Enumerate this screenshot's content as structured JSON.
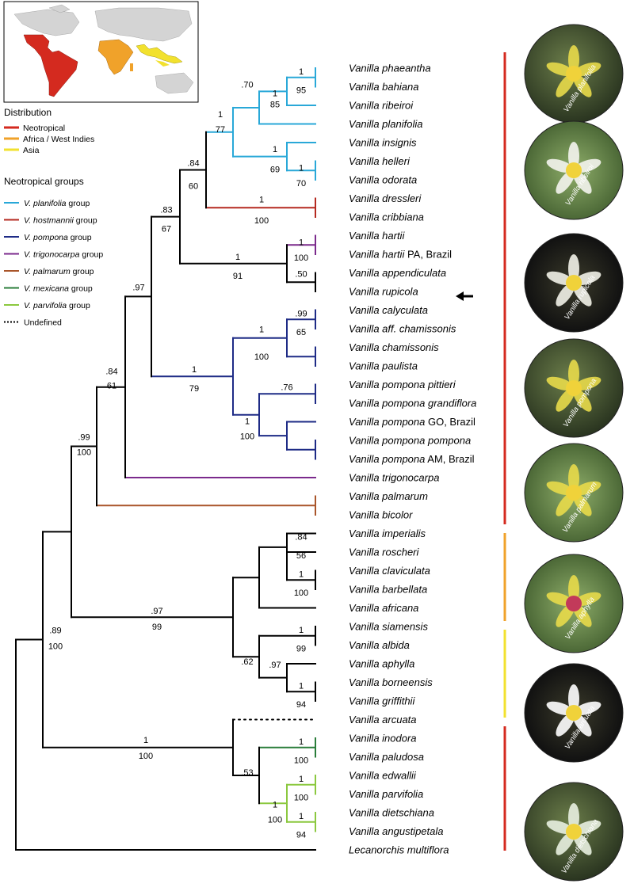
{
  "legend": {
    "distribution_title": "Distribution",
    "distribution": [
      {
        "label": "Neotropical",
        "color": "#d42a1f"
      },
      {
        "label": "Africa / West Indies",
        "color": "#f0a22a"
      },
      {
        "label": "Asia",
        "color": "#f2e12e"
      }
    ],
    "groups_title": "Neotropical groups",
    "groups": [
      {
        "italic": "V. planifolia",
        "suffix": " group",
        "color": "#29a8d8",
        "dotted": false
      },
      {
        "italic": "V. hostmannii",
        "suffix": " group",
        "color": "#b52a20",
        "dotted": false
      },
      {
        "italic": "V. pompona",
        "suffix": " group",
        "color": "#1e2b86",
        "dotted": false
      },
      {
        "italic": "V. trigonocarpa",
        "suffix": " group",
        "color": "#7b2a8c",
        "dotted": false
      },
      {
        "italic": "V. palmarum",
        "suffix": " group",
        "color": "#a9552a",
        "dotted": false
      },
      {
        "italic": "V. mexicana",
        "suffix": " group",
        "color": "#2a7d3a",
        "dotted": false
      },
      {
        "italic": "V. parvifolia",
        "suffix": " group",
        "color": "#8bc83f",
        "dotted": false
      },
      {
        "italic": "",
        "suffix": "Undefined",
        "color": "#000000",
        "dotted": true
      }
    ]
  },
  "taxa": [
    {
      "name": "Vanilla phaeantha",
      "suffix": ""
    },
    {
      "name": "Vanilla bahiana",
      "suffix": ""
    },
    {
      "name": "Vanilla ribeiroi",
      "suffix": ""
    },
    {
      "name": "Vanilla planifolia",
      "suffix": ""
    },
    {
      "name": "Vanilla insignis",
      "suffix": ""
    },
    {
      "name": "Vanilla helleri",
      "suffix": ""
    },
    {
      "name": "Vanilla odorata",
      "suffix": ""
    },
    {
      "name": "Vanilla dressleri",
      "suffix": ""
    },
    {
      "name": "Vanilla cribbiana",
      "suffix": ""
    },
    {
      "name": "Vanilla hartii",
      "suffix": ""
    },
    {
      "name": "Vanilla hartii",
      "suffix": " PA, Brazil"
    },
    {
      "name": "Vanilla appendiculata",
      "suffix": ""
    },
    {
      "name": "Vanilla rupicola",
      "suffix": ""
    },
    {
      "name": "Vanilla calyculata",
      "suffix": ""
    },
    {
      "name": "Vanilla aff. chamissonis",
      "suffix": ""
    },
    {
      "name": "Vanilla chamissonis",
      "suffix": ""
    },
    {
      "name": "Vanilla paulista",
      "suffix": ""
    },
    {
      "name": "Vanilla pompona pittieri",
      "suffix": ""
    },
    {
      "name": "Vanilla pompona grandiflora",
      "suffix": ""
    },
    {
      "name": "Vanilla pompona",
      "suffix": " GO, Brazil"
    },
    {
      "name": "Vanilla pompona pompona",
      "suffix": ""
    },
    {
      "name": "Vanilla pompona",
      "suffix": " AM, Brazil"
    },
    {
      "name": "Vanilla trigonocarpa",
      "suffix": ""
    },
    {
      "name": "Vanilla palmarum",
      "suffix": ""
    },
    {
      "name": "Vanilla bicolor",
      "suffix": ""
    },
    {
      "name": "Vanilla imperialis",
      "suffix": ""
    },
    {
      "name": "Vanilla roscheri",
      "suffix": ""
    },
    {
      "name": "Vanilla claviculata",
      "suffix": ""
    },
    {
      "name": "Vanilla barbellata",
      "suffix": ""
    },
    {
      "name": "Vanilla africana",
      "suffix": ""
    },
    {
      "name": "Vanilla siamensis",
      "suffix": ""
    },
    {
      "name": "Vanilla albida",
      "suffix": ""
    },
    {
      "name": "Vanilla aphylla",
      "suffix": ""
    },
    {
      "name": "Vanilla borneensis",
      "suffix": ""
    },
    {
      "name": "Vanilla griffithii",
      "suffix": ""
    },
    {
      "name": "Vanilla arcuata",
      "suffix": ""
    },
    {
      "name": "Vanilla inodora",
      "suffix": ""
    },
    {
      "name": "Vanilla paludosa",
      "suffix": ""
    },
    {
      "name": "Vanilla edwallii",
      "suffix": ""
    },
    {
      "name": "Vanilla parvifolia",
      "suffix": ""
    },
    {
      "name": "Vanilla dietschiana",
      "suffix": ""
    },
    {
      "name": "Vanilla angustipetala",
      "suffix": ""
    },
    {
      "name": "Lecanorchis multiflora",
      "suffix": ""
    }
  ],
  "support": [
    {
      "pp": "1",
      "bs": "95"
    },
    {
      "pp": "1",
      "bs": "85"
    },
    {
      "pp": ".70",
      "bs": ""
    },
    {
      "pp": "1",
      "bs": "70"
    },
    {
      "pp": "1",
      "bs": "69"
    },
    {
      "pp": "1",
      "bs": "77"
    },
    {
      "pp": "1",
      "bs": "100"
    },
    {
      "pp": ".84",
      "bs": "60"
    },
    {
      "pp": "1",
      "bs": "100"
    },
    {
      "pp": ".50",
      "bs": ""
    },
    {
      "pp": "1",
      "bs": "91"
    },
    {
      "pp": ".83",
      "bs": "67"
    },
    {
      "pp": ".99",
      "bs": "65"
    },
    {
      "pp": "1",
      "bs": "100"
    },
    {
      "pp": ".76",
      "bs": ""
    },
    {
      "pp": "1",
      "bs": "100"
    },
    {
      "pp": "1",
      "bs": "79"
    },
    {
      "pp": ".97",
      "bs": ""
    },
    {
      "pp": ".84",
      "bs": "61"
    },
    {
      "pp": ".99",
      "bs": "100"
    },
    {
      "pp": ".84",
      "bs": "56"
    },
    {
      "pp": "1",
      "bs": "100"
    },
    {
      "pp": "1",
      "bs": "99"
    },
    {
      "pp": "1",
      "bs": "94"
    },
    {
      "pp": ".97",
      "bs": ""
    },
    {
      "pp": ".62",
      "bs": ""
    },
    {
      "pp": ".97",
      "bs": "99"
    },
    {
      "pp": "1",
      "bs": "100"
    },
    {
      "pp": "1",
      "bs": "100"
    },
    {
      "pp": "1",
      "bs": "94"
    },
    {
      "pp": "1",
      "bs": "100"
    },
    {
      "pp": ".53",
      "bs": ""
    },
    {
      "pp": "1",
      "bs": "100"
    },
    {
      "pp": ".89",
      "bs": "100"
    }
  ],
  "photos": [
    {
      "label": "Vanilla planifolia"
    },
    {
      "label": "Vanilla ribeiroi"
    },
    {
      "label": "Vanilla rupicola"
    },
    {
      "label": "Vanilla pompona"
    },
    {
      "label": "Vanilla palmarum"
    },
    {
      "label": "Vanilla aphylla"
    },
    {
      "label": "Vanilla arcuata"
    },
    {
      "label": "Vanilla dietschiana"
    }
  ]
}
